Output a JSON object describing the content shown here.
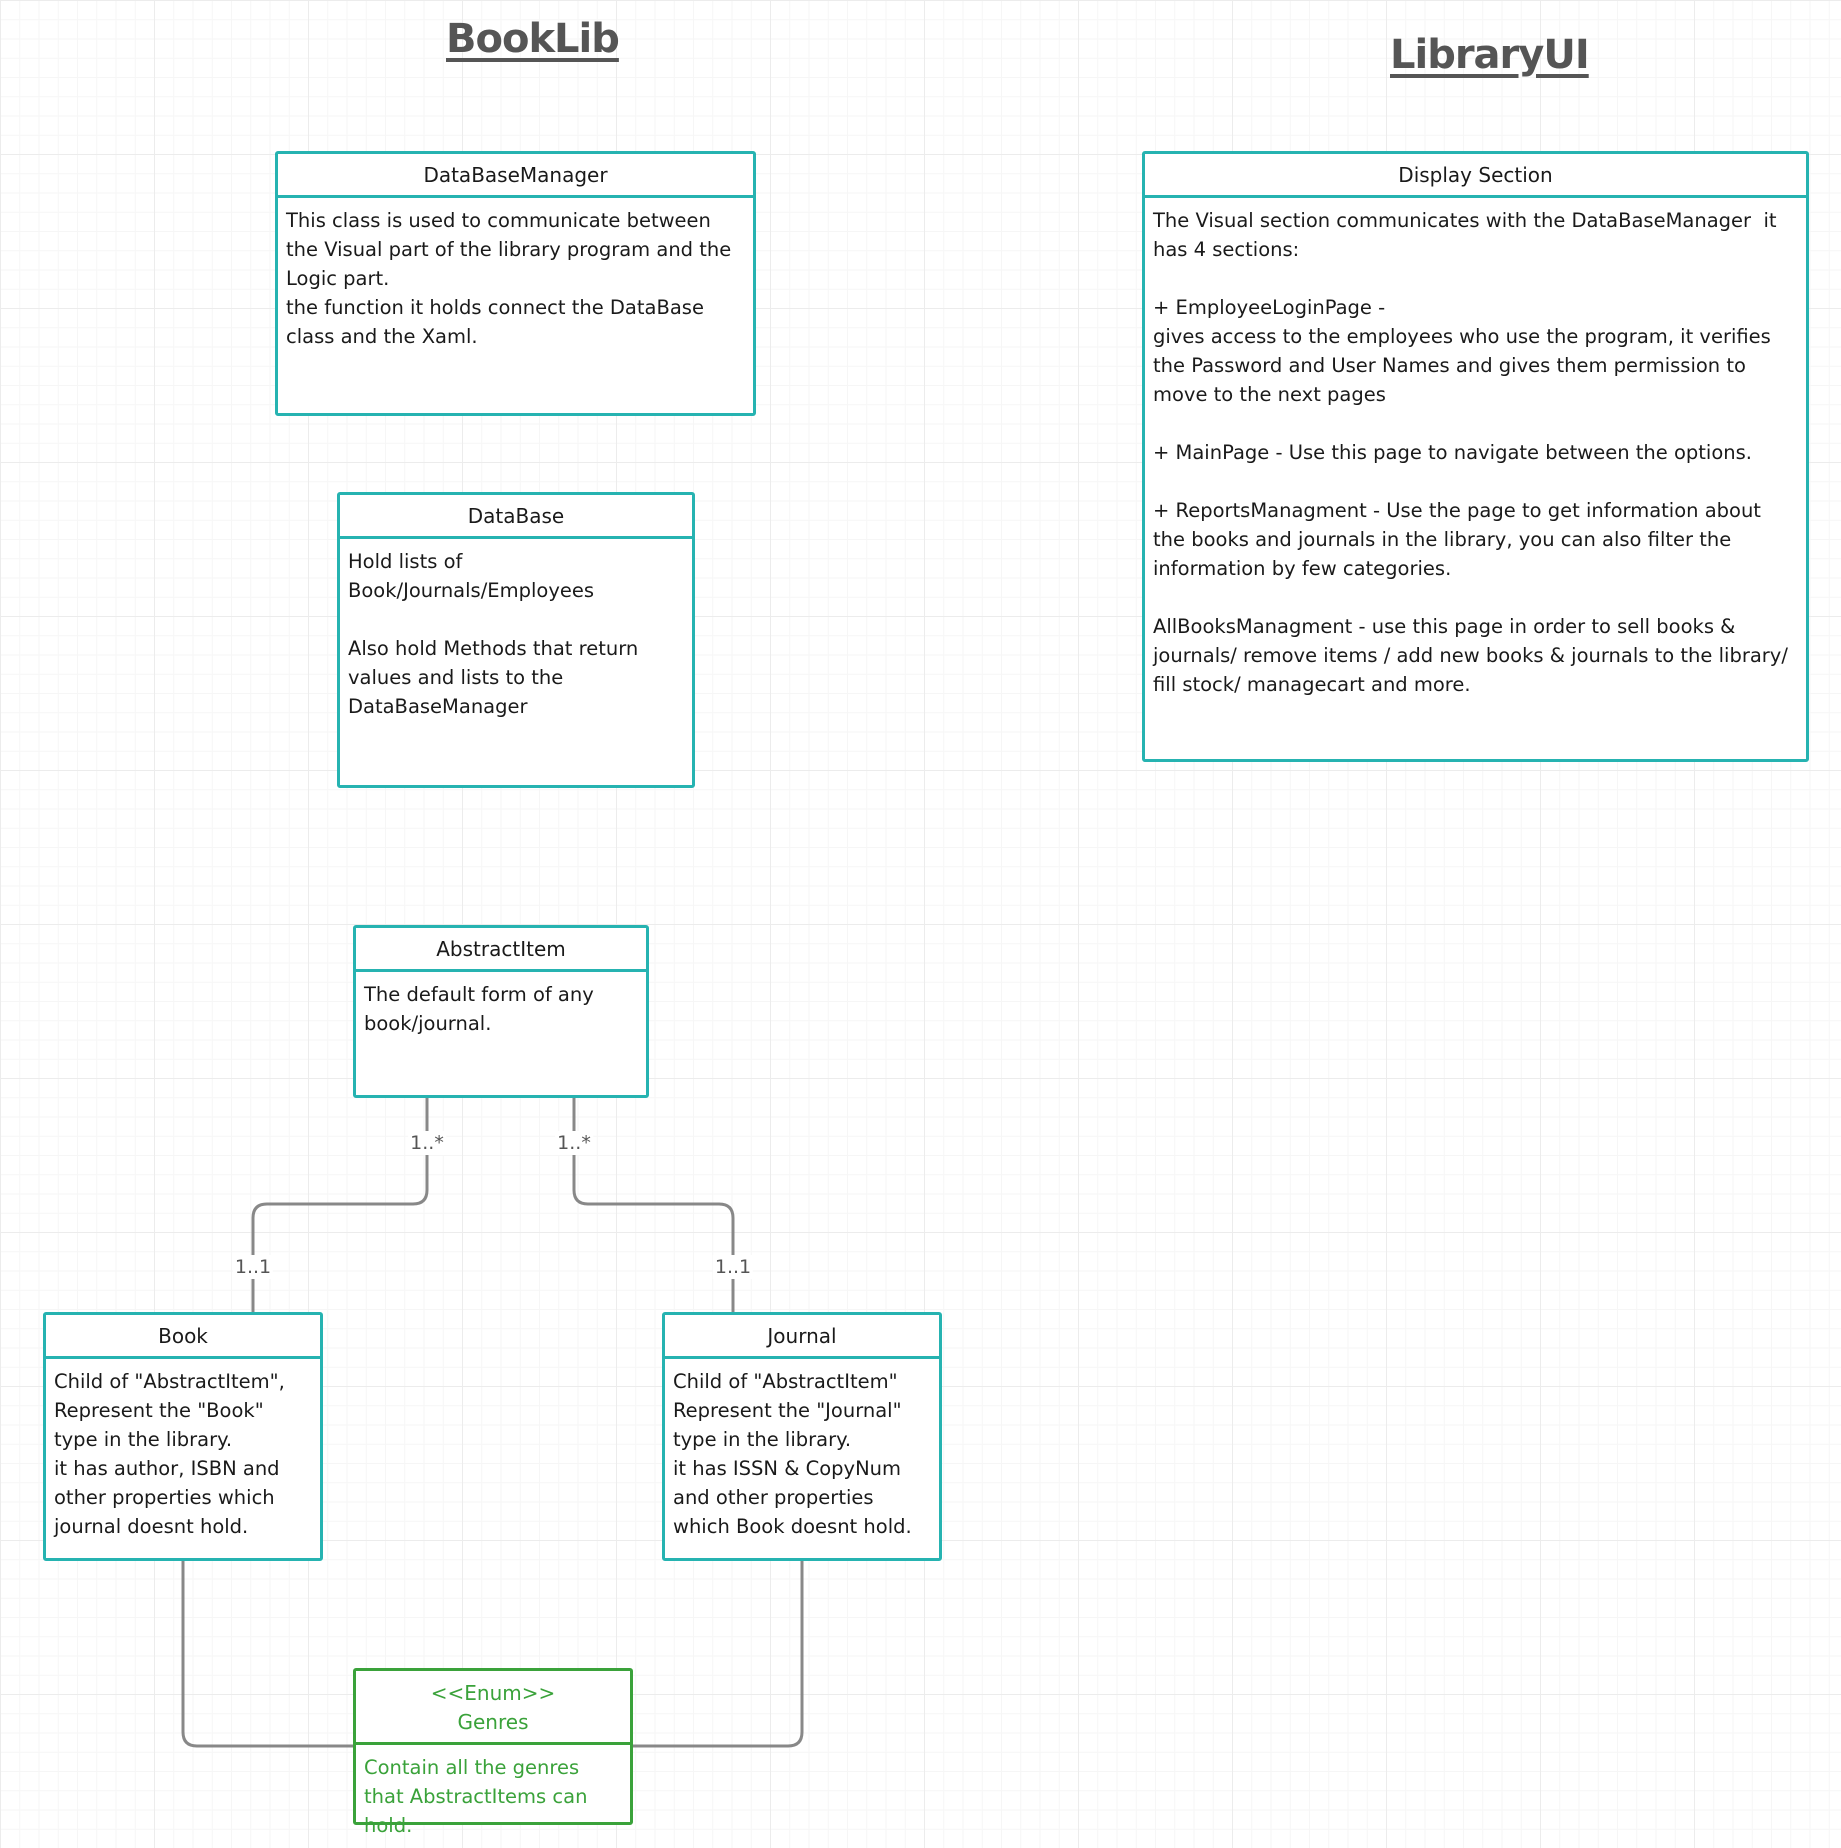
{
  "headings": {
    "booklib": "BookLib",
    "libraryui": "LibraryUI"
  },
  "classes": {
    "database_manager": {
      "title": "DataBaseManager",
      "body": "This class is used to communicate between the Visual part of the library program and the Logic part.\nthe function it holds connect the DataBase class and the Xaml."
    },
    "database": {
      "title": "DataBase",
      "body": "Hold lists of Book/Journals/Employees\n\nAlso hold Methods that return values and lists to the DataBaseManager"
    },
    "abstract_item": {
      "title": "AbstractItem",
      "body": "The default form of any book/journal."
    },
    "book": {
      "title": "Book",
      "body": "Child of \"AbstractItem\",\nRepresent the \"Book\" type in the library.\nit has author, ISBN and other properties which journal doesnt hold."
    },
    "journal": {
      "title": "Journal",
      "body": "Child of \"AbstractItem\"\nRepresent the \"Journal\" type in the library.\nit has ISSN & CopyNum and other properties which Book doesnt hold."
    },
    "genres": {
      "stereotype": "<<Enum>>",
      "title": "Genres",
      "body": "Contain all the genres that AbstractItems can hold."
    },
    "display_section": {
      "title": "Display Section",
      "body": "The Visual section communicates with the DataBaseManager  it has 4 sections:\n\n+ EmployeeLoginPage -\ngives access to the employees who use the program, it verifies the Password and User Names and gives them permission to move to the next pages\n\n+ MainPage - Use this page to navigate between the options.\n\n+ ReportsManagment - Use the page to get information about the books and journals in the library, you can also filter the information by few categories.\n\nAllBooksManagment - use this page in order to sell books & journals/ remove items / add new books & journals to the library/ fill stock/ managecart and more."
    }
  },
  "multiplicities": {
    "book_parent": "1..*",
    "journal_parent": "1..*",
    "book_child": "1..1",
    "journal_child": "1..1"
  },
  "colors": {
    "class_border": "#26b3b1",
    "enum_border": "#3aa23a",
    "connector": "#888888"
  }
}
